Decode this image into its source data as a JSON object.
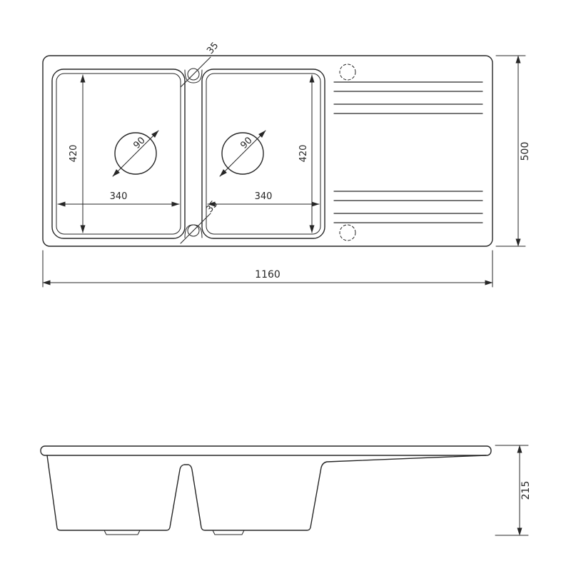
{
  "colors": {
    "line": "#262626",
    "background": "#ffffff"
  },
  "top_view": {
    "overall_width": "1160",
    "overall_depth": "500",
    "left_bowl": {
      "width": "340",
      "depth": "420",
      "drain_diameter": "90"
    },
    "middle_bowl": {
      "width": "340",
      "depth": "420",
      "drain_diameter": "90"
    },
    "tap_hole_top": "35",
    "tap_hole_bottom": "35"
  },
  "side_view": {
    "overall_height": "215"
  }
}
